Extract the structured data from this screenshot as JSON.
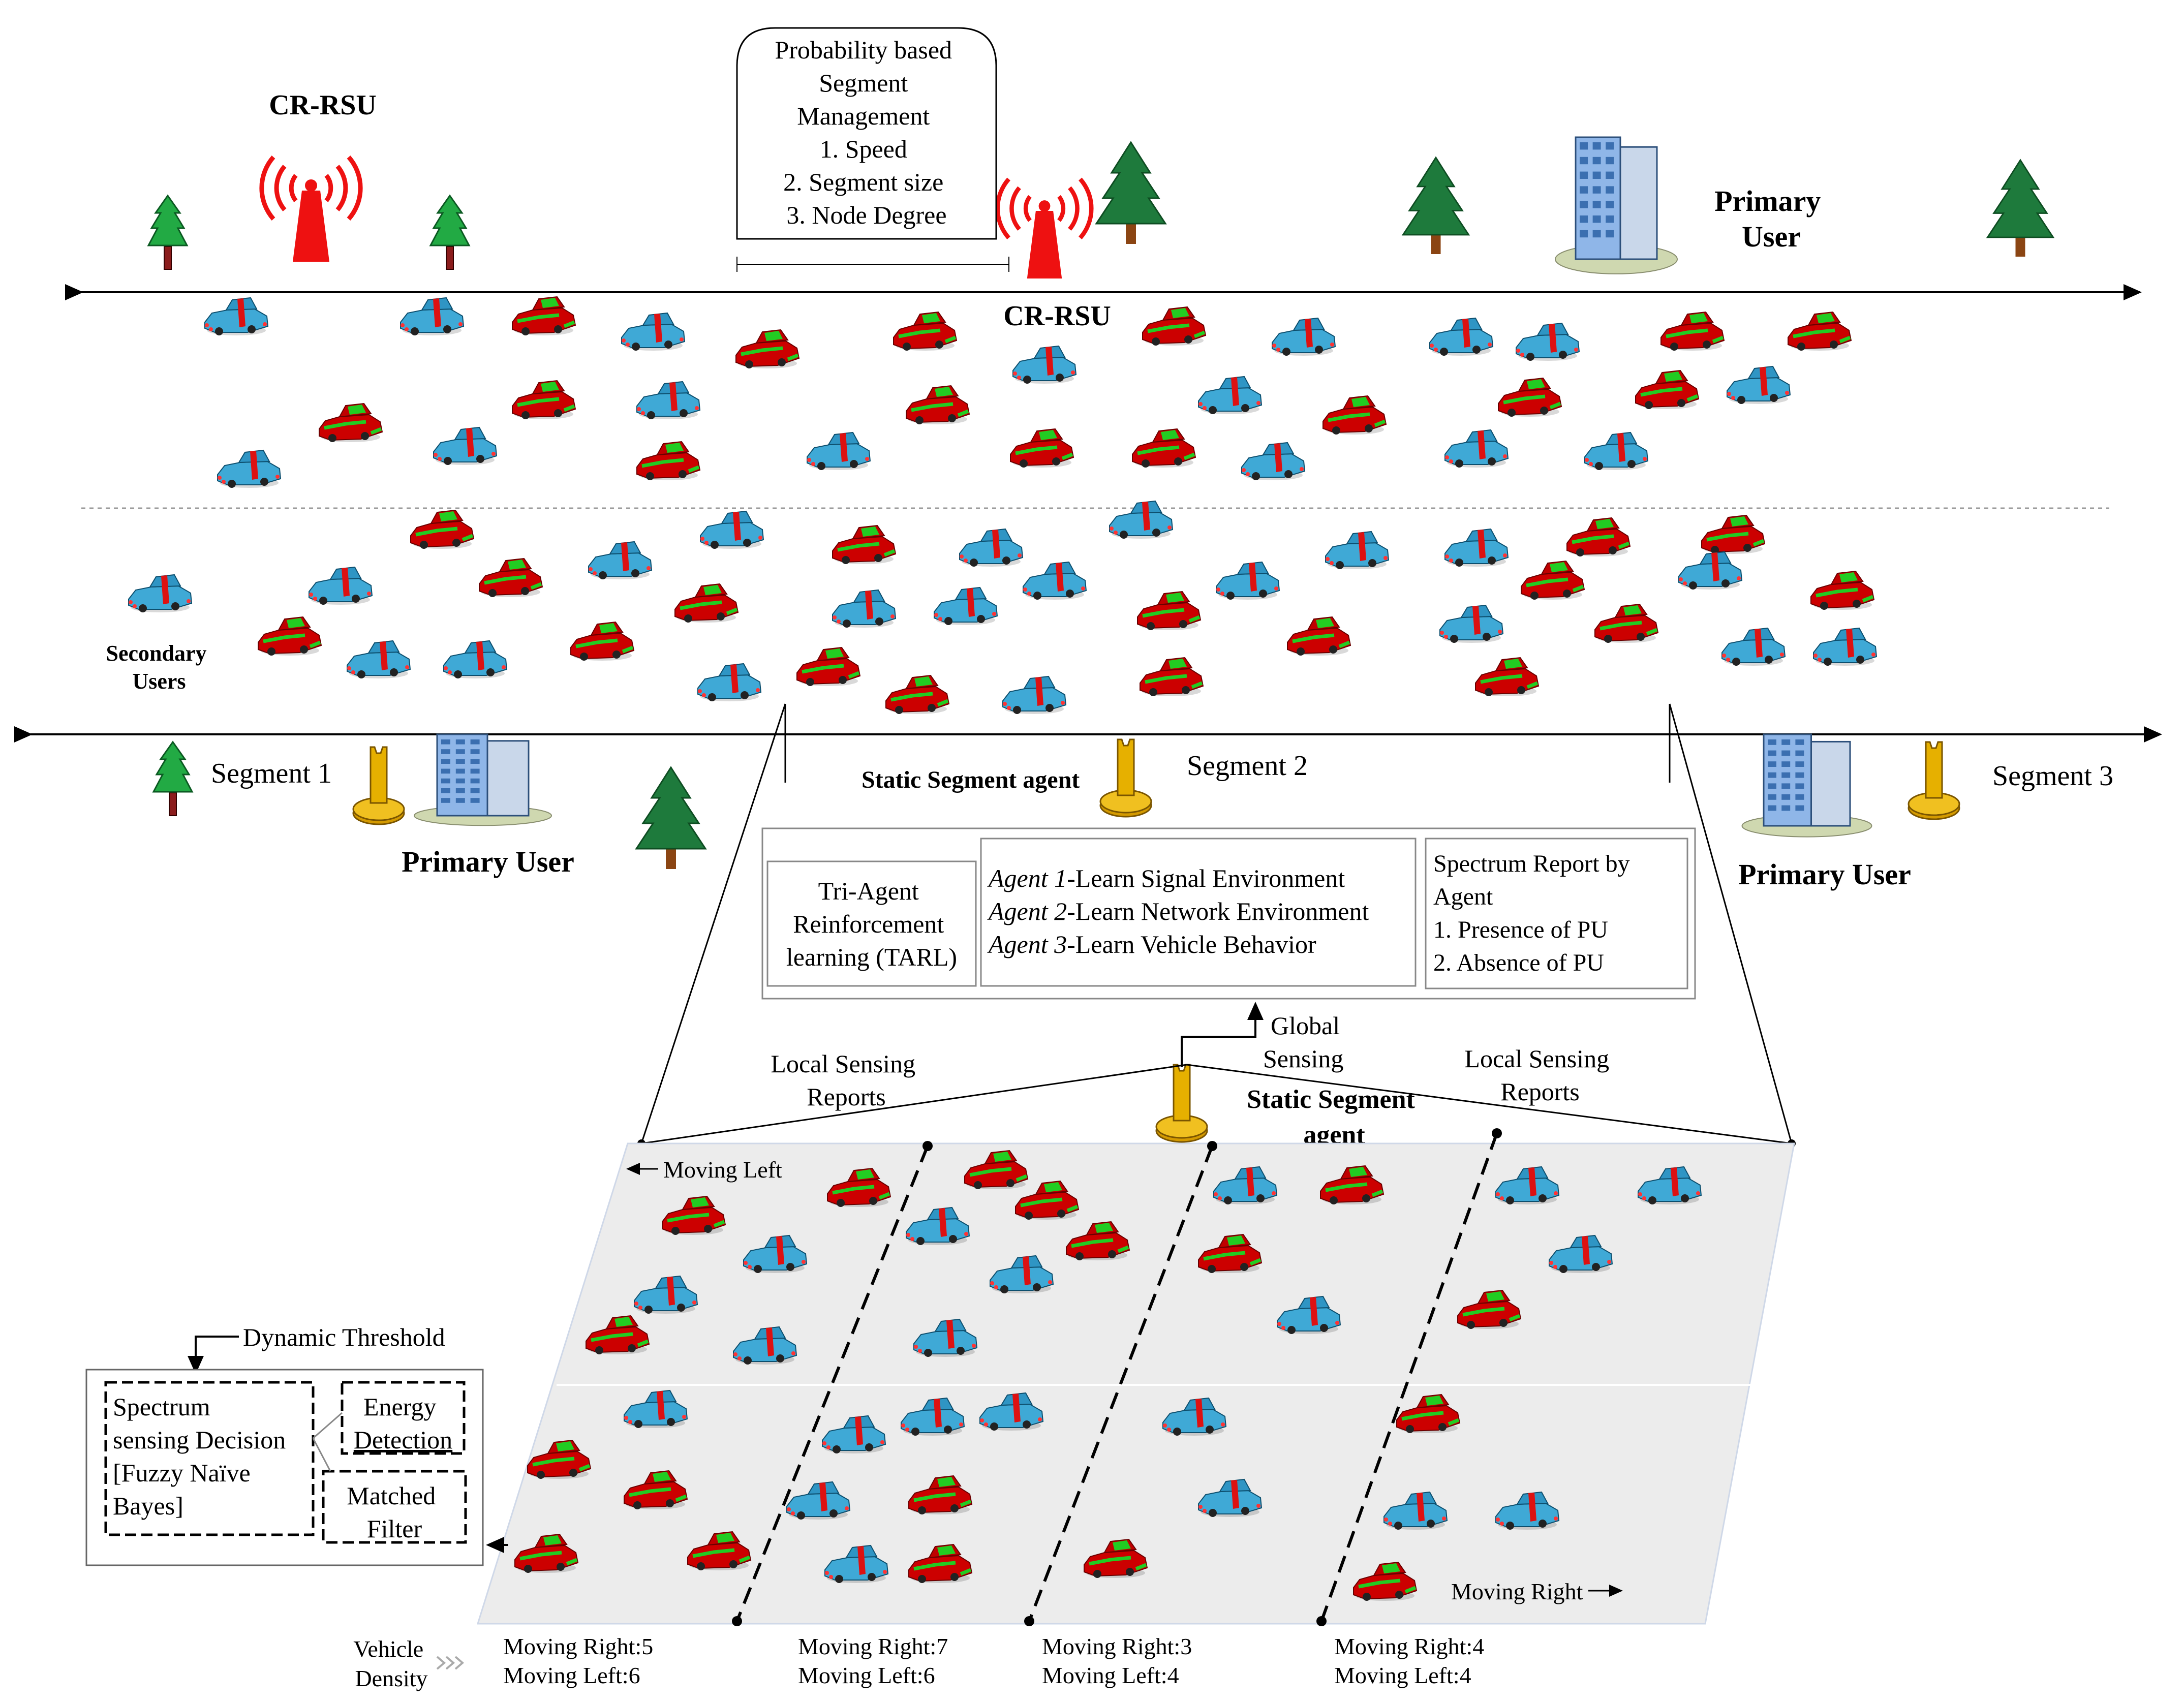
{
  "top_labels": {
    "crrsu_left": "CR-RSU",
    "crrsu_center": "CR-RSU",
    "primary_user_top": [
      "Primary",
      "User"
    ],
    "secondary_users": [
      "Secondary",
      "Users"
    ]
  },
  "probability_box": {
    "lines": [
      "Probability based",
      "Segment",
      "Management",
      "1. Speed",
      "2. Segment size",
      "3. Node Degree"
    ]
  },
  "segments": {
    "s1": "Segment 1",
    "s2": "Segment 2",
    "s3": "Segment 3",
    "static_agent_top": "Static Segment agent"
  },
  "primary_users_bottom": {
    "left": "Primary User",
    "right": "Primary User"
  },
  "tarl_panel": {
    "tarl": [
      "Tri-Agent",
      "Reinforcement",
      "learning (TARL)"
    ],
    "agents": [
      {
        "name": "Agent 1",
        "desc": "-Learn Signal Environment"
      },
      {
        "name": "Agent 2",
        "desc": "-Learn Network Environment"
      },
      {
        "name": "Agent 3",
        "desc": "-Learn Vehicle Behavior"
      }
    ],
    "report": [
      "Spectrum Report by",
      "Agent",
      "1. Presence of PU",
      "2. Absence of PU"
    ]
  },
  "sensing": {
    "global": [
      "Global",
      "Sensing"
    ],
    "local_left": [
      "Local Sensing",
      "Reports"
    ],
    "local_right": [
      "Local Sensing",
      "Reports"
    ],
    "agent_label": [
      "Static Segment",
      "agent"
    ],
    "moving_left": "Moving Left",
    "moving_right": "Moving Right"
  },
  "decision_panel": {
    "dynamic_threshold": "Dynamic Threshold",
    "spectrum": [
      "Spectrum",
      "sensing Decision",
      "[Fuzzy Naïve",
      "Bayes]"
    ],
    "energy": [
      "Energy",
      "Detection"
    ],
    "matched": [
      "Matched",
      "Filter"
    ]
  },
  "vehicle_density": {
    "label": [
      "Vehicle",
      "Density"
    ],
    "columns": [
      {
        "right": "Moving Right:5",
        "left": "Moving Left:6"
      },
      {
        "right": "Moving Right:7",
        "left": "Moving Left:6"
      },
      {
        "right": "Moving Right:3",
        "left": "Moving Left:4"
      },
      {
        "right": "Moving Right:4",
        "left": "Moving Left:4"
      }
    ]
  },
  "colors": {
    "red_car": "#cc0000",
    "blue_car": "#3fa9d6",
    "stripe_green": "#22cc22",
    "stripe_red": "#dd1111",
    "tower": "#ee1111",
    "tree": "#1e7a3c",
    "agent_gold": "#e0b000",
    "road_gray": "#ececec"
  },
  "icons": [
    "tower-icon",
    "tree-icon",
    "building-icon",
    "agent-icon",
    "car-icon"
  ]
}
